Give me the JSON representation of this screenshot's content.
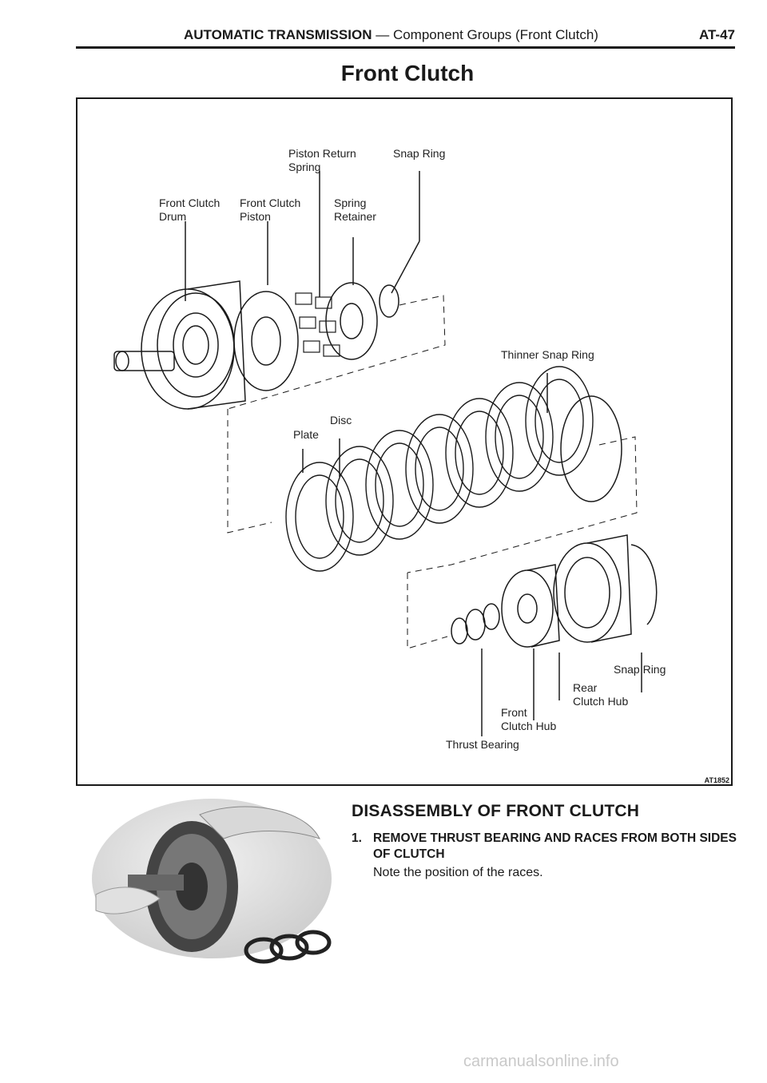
{
  "header": {
    "title_bold": "AUTOMATIC TRANSMISSION",
    "title_rest": "— Component Groups (Front Clutch)",
    "page_number": "AT-47"
  },
  "page_title": "Front Clutch",
  "figure": {
    "labels": {
      "piston_return_spring_1": "Piston Return",
      "piston_return_spring_2": "Spring",
      "snap_ring_top": "Snap Ring",
      "front_clutch_drum_1": "Front Clutch",
      "front_clutch_drum_2": "Drum",
      "front_clutch_piston_1": "Front Clutch",
      "front_clutch_piston_2": "Piston",
      "spring_retainer_1": "Spring",
      "spring_retainer_2": "Retainer",
      "thinner_snap_ring": "Thinner Snap Ring",
      "disc": "Disc",
      "plate": "Plate",
      "snap_ring_bottom": "Snap Ring",
      "rear_clutch_hub_1": "Rear",
      "rear_clutch_hub_2": "Clutch Hub",
      "front_clutch_hub_1": "Front",
      "front_clutch_hub_2": "Clutch Hub",
      "thrust_bearing": "Thrust Bearing"
    },
    "code": "AT1852"
  },
  "section": {
    "title": "DISASSEMBLY OF FRONT CLUTCH",
    "step_number": "1.",
    "step_text": "REMOVE THRUST BEARING AND RACES FROM BOTH SIDES OF CLUTCH",
    "note": "Note the position of the races."
  },
  "watermark": "carmanualsonline.info"
}
